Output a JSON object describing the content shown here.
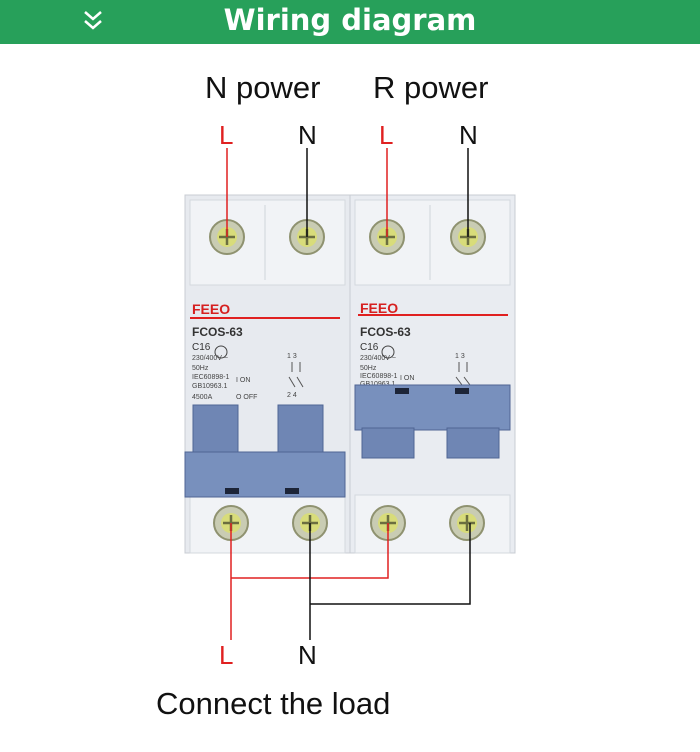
{
  "header": {
    "title": "Wiring diagram",
    "icon": "double-chevron-down-icon"
  },
  "labels": {
    "n_power": "N power",
    "r_power": "R power",
    "load": "Connect the load"
  },
  "poles": {
    "line": "L",
    "neutral": "N"
  },
  "breaker_left": {
    "brand": "FEEO",
    "model": "FCOS-63",
    "rating": "C16",
    "voltage": "230/400V ~",
    "freq": "50Hz",
    "std1": "IEC60898-1",
    "std2": "GB10963.1",
    "capacity": "4500A",
    "on": "I ON",
    "off": "O OFF",
    "terminals_top": "1 3",
    "terminals_bottom": "2 4"
  },
  "breaker_right": {
    "brand": "FEEO",
    "model": "FCOS-63",
    "rating": "C16",
    "voltage": "230/400V ~",
    "freq": "50Hz",
    "std1": "IEC60898-1",
    "std2": "GB10963.1",
    "on": "I ON",
    "terminals_top": "1 3"
  },
  "colors": {
    "header": "#27a05a",
    "live": "#e02020",
    "neutral": "#111111",
    "handle": "#6f86b4"
  }
}
